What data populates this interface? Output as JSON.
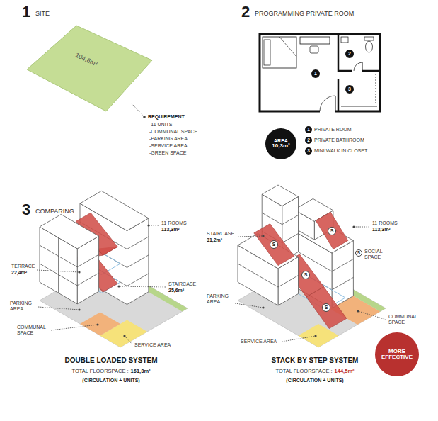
{
  "diagram": {
    "nodes": [
      {
        "text": [
          "104,6m²"
        ]
      },
      {
        "text": [
          "1"
        ]
      },
      {
        "text": [
          "2"
        ]
      },
      {
        "text": [
          "3"
        ]
      },
      {
        "text": [
          "AREA",
          "10,3m²"
        ]
      },
      {
        "text": [
          "1"
        ]
      },
      {
        "text": [
          "2"
        ]
      },
      {
        "text": [
          "3"
        ]
      },
      {
        "text": [
          "S"
        ]
      },
      {
        "text": [
          "S"
        ]
      },
      {
        "text": [
          "S"
        ]
      },
      {
        "text": [
          "S"
        ]
      },
      {
        "text": [
          "S"
        ]
      },
      {
        "text": [
          "MORE EFFECTIVE"
        ]
      }
    ],
    "labels": [
      "1",
      "SITE",
      "REQUIREMENT:",
      "-11 UNITS",
      "-COMMUNAL SPACE",
      "-PARKING AREA",
      "-SERVICE AREA",
      "-GREEN SPACE",
      "2",
      "PROGRAMMING PRIVATE ROOM",
      "PRIVATE ROOM",
      "PRIVATE BATHROOM",
      "MINI WALK IN CLOSET",
      "3",
      "COMPARING",
      "11 ROOMS",
      "113,3m²",
      "TERRACE",
      "22,4m²",
      "STAIRCASE",
      "25,6m²",
      "PARKING AREA",
      "COMMUNAL SPACE",
      "SERVICE AREA",
      "DOUBLE LOADED SYSTEM",
      "TOTAL FLOORSPACE :",
      "161,3m²",
      "(CIRCULATION + UNITS)",
      "11 ROOMS",
      "113,3m²",
      "STAIRCASE",
      "31,2m²",
      "SOCIAL SPACE",
      "PARKING AREA",
      "COMMUNAL SPACE",
      "SERVICE AREA",
      "STACK BY STEP SYSTEM",
      "TOTAL FLOORSPACE :",
      "144,5m²",
      "(CIRCULATION + UNITS)"
    ]
  }
}
